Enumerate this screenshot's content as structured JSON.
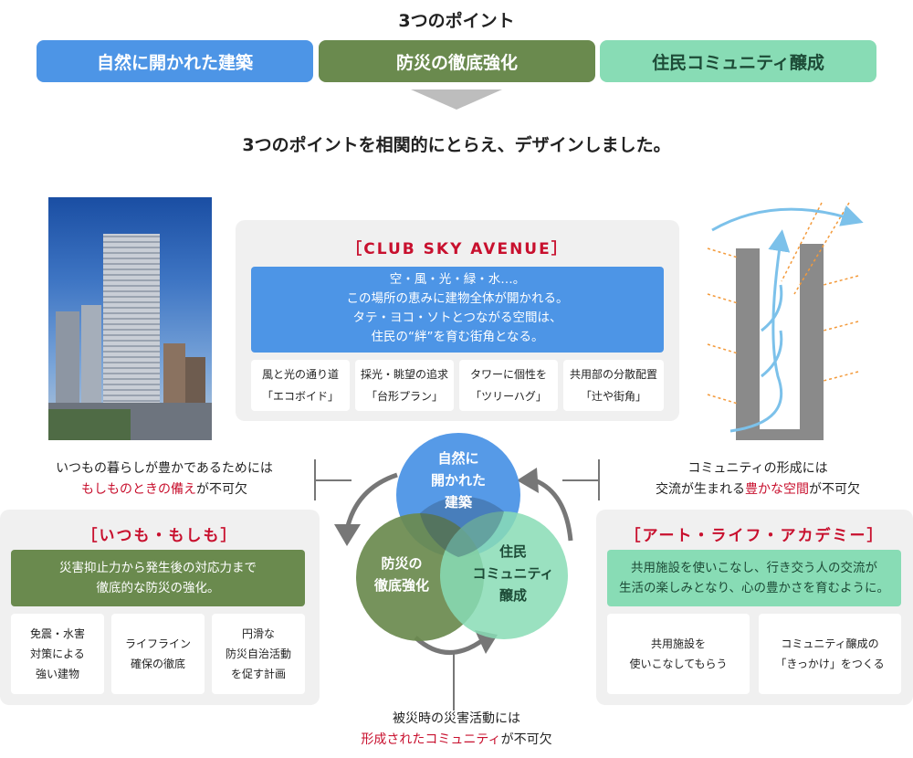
{
  "title": "3つのポイント",
  "tabs": [
    {
      "label": "自然に開かれた建築"
    },
    {
      "label": "防災の徹底強化"
    },
    {
      "label": "住民コミュニティ醸成"
    }
  ],
  "headline": "3つのポイントを相関的にとらえ、デザインしました。",
  "top_panel": {
    "title": "［CLUB SKY AVENUE］",
    "lines": [
      "空・風・光・緑・水…。",
      "この場所の恵みに建物全体が開かれる。",
      "タテ・ヨコ・ソトとつながる空間は、",
      "住民の“絆”を育む街角となる。"
    ],
    "items": [
      {
        "line1": "風と光の通り道",
        "line2": "「エコボイド」"
      },
      {
        "line1": "採光・眺望の追求",
        "line2": "「台形プラン」"
      },
      {
        "line1": "タワーに個性を",
        "line2": "「ツリーハグ」"
      },
      {
        "line1": "共用部の分散配置",
        "line2": "「辻や街角」"
      }
    ]
  },
  "left_note": {
    "line1": "いつもの暮らしが豊かであるためには",
    "highlight": "もしものときの備え",
    "suffix": "が不可欠"
  },
  "right_note": {
    "line1": "コミュニティの形成には",
    "prefix": "交流が生まれる",
    "highlight": "豊かな空間",
    "suffix": "が不可欠"
  },
  "bottom_note": {
    "line1": "被災時の災害活動には",
    "highlight": "形成されたコミュニティ",
    "suffix": "が不可欠"
  },
  "left_panel": {
    "title": "［いつも・もしも］",
    "lines": [
      "災害抑止力から発生後の対応力まで",
      "徹底的な防災の強化。"
    ],
    "items": [
      {
        "lines": [
          "免震・水害",
          "対策による",
          "強い建物"
        ]
      },
      {
        "lines": [
          "ライフライン",
          "確保の徹底"
        ]
      },
      {
        "lines": [
          "円滑な",
          "防災自治活動",
          "を促す計画"
        ]
      }
    ]
  },
  "right_panel": {
    "title": "［アート・ライフ・アカデミー］",
    "lines": [
      "共用施設を使いこなし、行き交う人の交流が",
      "生活の楽しみとなり、心の豊かさを育むように。"
    ],
    "items": [
      {
        "lines": [
          "共用施設を",
          "使いこなしてもらう"
        ]
      },
      {
        "lines": [
          "コミュニティ醸成の",
          "「きっかけ」をつくる"
        ]
      }
    ]
  },
  "venn": [
    {
      "lines": [
        "自然に",
        "開かれた",
        "建築"
      ]
    },
    {
      "lines": [
        "防災の",
        "徹底強化"
      ]
    },
    {
      "lines": [
        "住民",
        "コミュニティ",
        "醸成"
      ]
    }
  ],
  "colors": {
    "blue": "#4d95e6",
    "green": "#6a8a4e",
    "mint": "#88dcb5",
    "red": "#c8102e",
    "panel": "#f0f0f0"
  }
}
